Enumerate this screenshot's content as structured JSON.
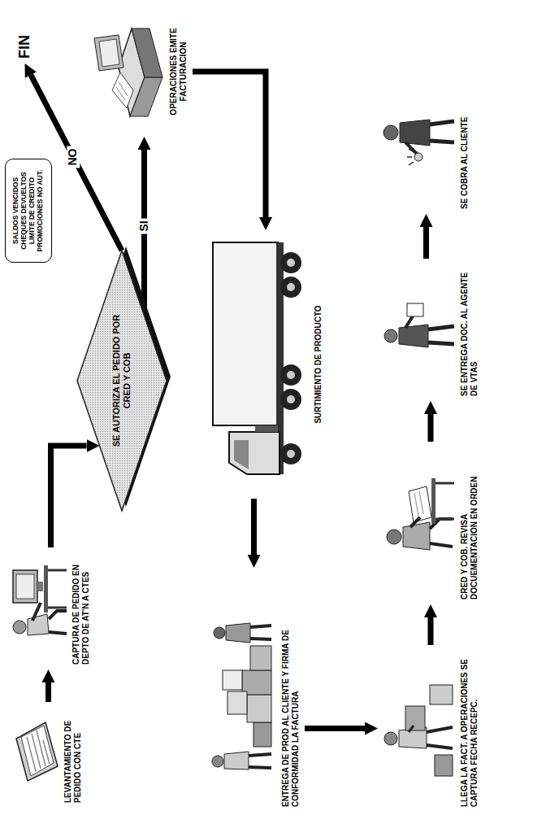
{
  "diagram": {
    "nodes": [
      {
        "text": [
          "LEVANTAMIENTO DE PEDIDO CON CTE"
        ]
      },
      {
        "text": [
          "CAPTURA DE PEDIDO EN DEPTO DE AT'N A CTES"
        ]
      },
      {
        "text": [
          "SE AUTORIZA EL PEDIDO POR CRED Y COB"
        ]
      },
      {
        "text": [
          "SALDOS VENCIDOS CHEQUES DEVUELTOS LIMITE DE CREDITO PROMOCIONES NO AUT."
        ]
      },
      {
        "text": [
          "FIN"
        ]
      },
      {
        "text": [
          "OPERACIONES EMITE FACTURACION"
        ]
      },
      {
        "text": [
          "SURTIMIENTO DE PRODUCTO"
        ]
      },
      {
        "text": [
          "ENTREGA DE PROD AL CLIENTE Y FIRMA DE CONFORMIDAD LA FACTURA"
        ]
      },
      {
        "text": [
          "LLEGA LA FACT. A OPERACIONES SE CAPTURA FECHA RECEPC."
        ]
      },
      {
        "text": [
          "CRED Y COB. REVISA DOCUEMENTACION EN ORDEN"
        ]
      },
      {
        "text": [
          "SE ENTREGA DOC. AL AGENTE DE VTAS"
        ]
      },
      {
        "text": [
          "SE COBRA AL CLIENTE"
        ]
      }
    ],
    "edges": [
      {
        "from": 0,
        "to": 1,
        "arrow": "to"
      },
      {
        "from": 1,
        "to": 2,
        "arrow": "to"
      },
      {
        "from": 2,
        "to": 4,
        "label": "NO",
        "arrow": "to"
      },
      {
        "from": 2,
        "to": 5,
        "label": "SI",
        "arrow": "to"
      },
      {
        "from": 5,
        "to": 6,
        "arrow": "to"
      },
      {
        "from": 6,
        "to": 7,
        "arrow": "to"
      },
      {
        "from": 7,
        "to": 8,
        "arrow": "to"
      },
      {
        "from": 8,
        "to": 9,
        "arrow": "to"
      },
      {
        "from": 9,
        "to": 10,
        "arrow": "to"
      },
      {
        "from": 10,
        "to": 11,
        "arrow": "to"
      }
    ]
  }
}
